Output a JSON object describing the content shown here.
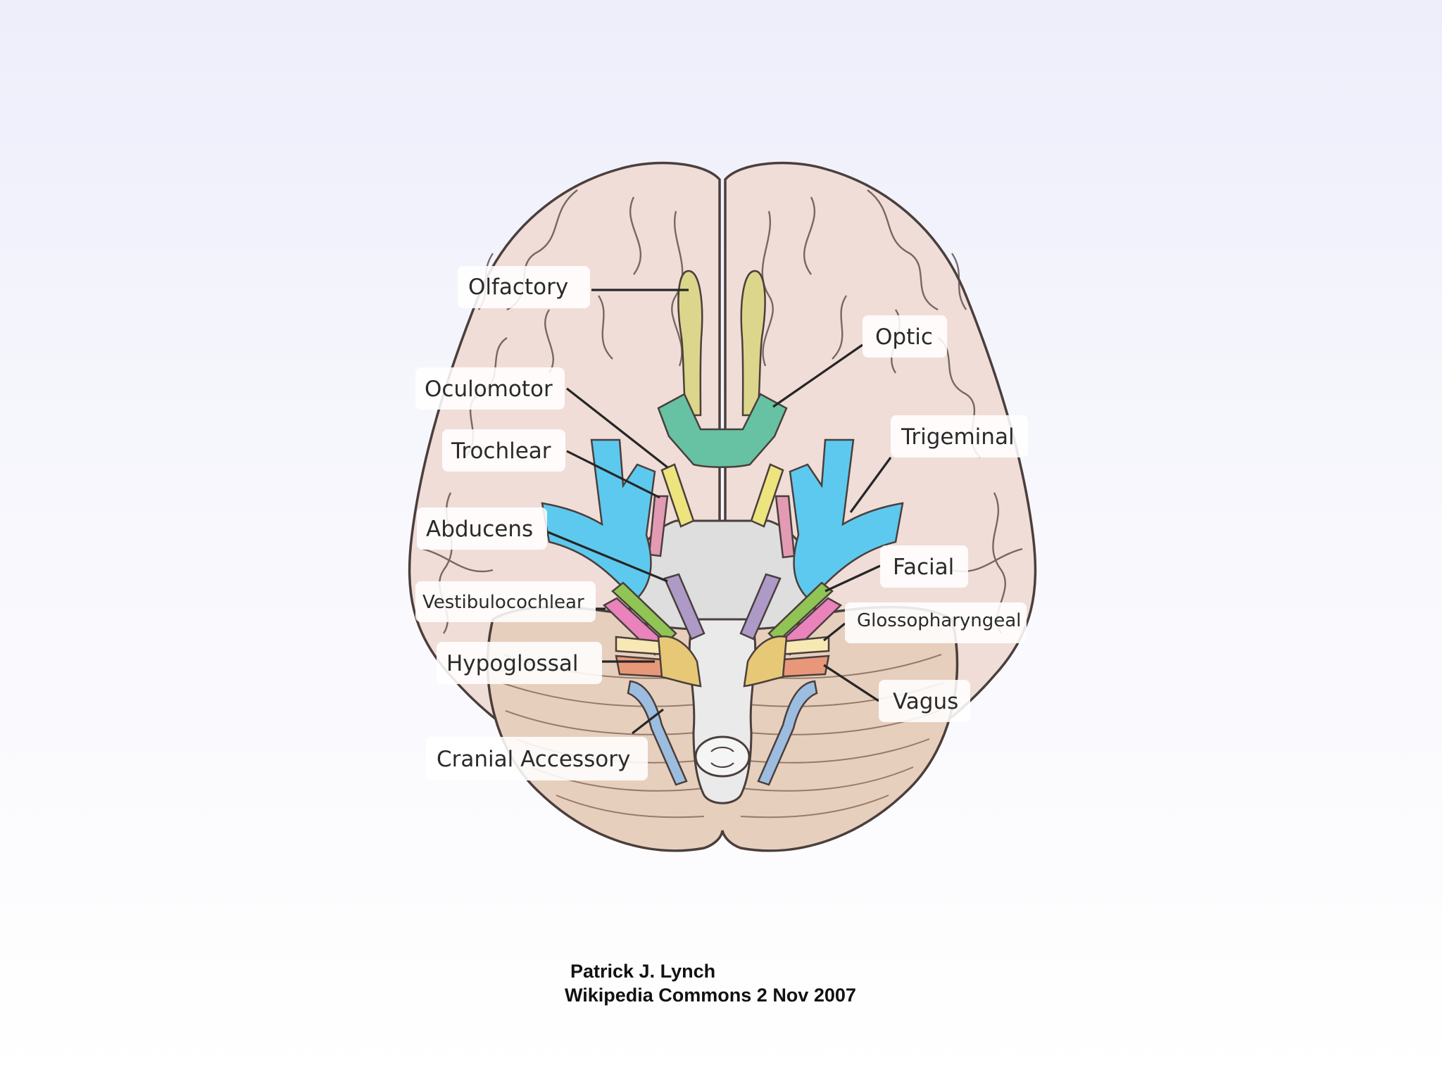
{
  "labels": {
    "olfactory": "Olfactory",
    "optic": "Optic",
    "oculomotor": "Oculomotor",
    "trochlear": "Trochlear",
    "trigeminal": "Trigeminal",
    "abducens": "Abducens",
    "facial": "Facial",
    "vestibulocochlear": "Vestibulocochlear",
    "glossopharyngeal": "Glossopharyngeal",
    "hypoglossal": "Hypoglossal",
    "vagus": "Vagus",
    "cranial_accessory": "Cranial Accessory"
  },
  "credit": {
    "author": "Patrick J. Lynch",
    "source": "Wikipedia Commons 2 Nov 2007"
  },
  "colors": {
    "cerebrum": "#f0ddd7",
    "cerebellum": "#e7cfbd",
    "brainstem": "#dedede",
    "olfactory": "#dcd68c",
    "optic": "#66c2a2",
    "oculomotor": "#ede47e",
    "trochlear": "#e39ab3",
    "trigeminal": "#5ec9ee",
    "abducens": "#ad9ac7",
    "facial": "#90c454",
    "vestibulocochlear": "#ea83bb",
    "glossopharyngeal": "#f8e8b4",
    "vagus": "#e89879",
    "hypoglossal": "#e7c877",
    "accessory": "#9cbddf"
  }
}
